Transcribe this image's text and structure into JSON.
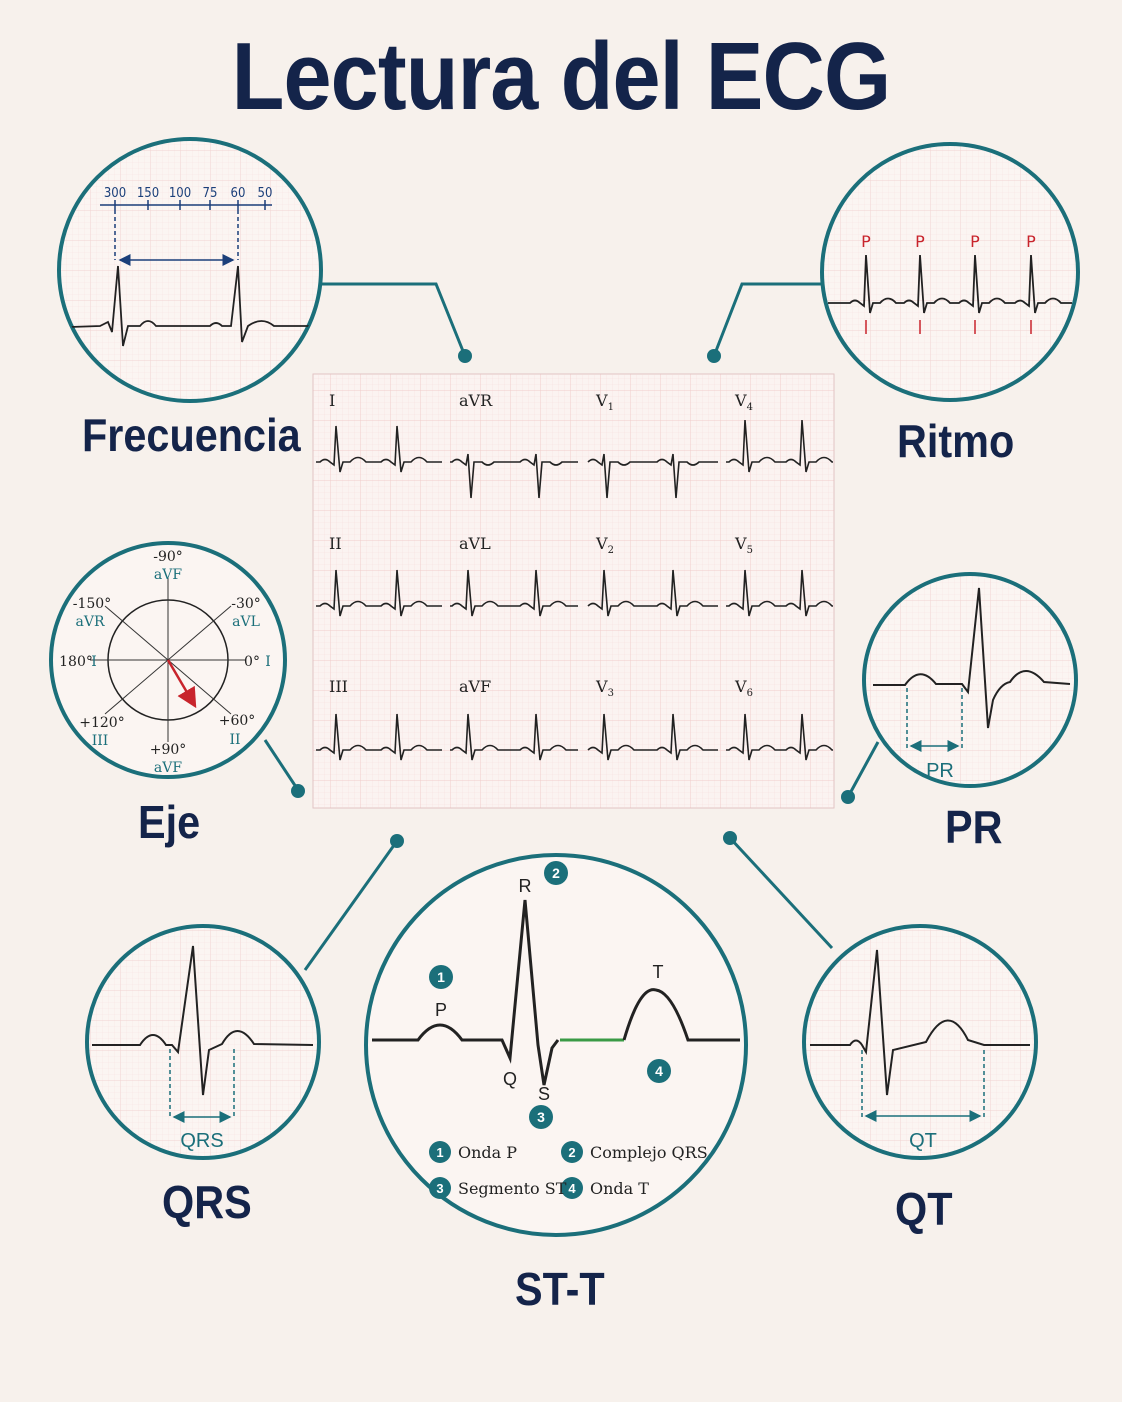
{
  "title": "Lectura del ECG",
  "sections": {
    "frecuencia": "Frecuencia",
    "ritmo": "Ritmo",
    "eje": "Eje",
    "pr": "PR",
    "qrs": "QRS",
    "stt": "ST-T",
    "qt": "QT"
  },
  "frecuencia_scale": [
    "300",
    "150",
    "100",
    "75",
    "60",
    "50"
  ],
  "ritmo_p_label": "P",
  "eje": {
    "top_deg": "-90°",
    "top_lead": "aVF",
    "ul_deg": "-150°",
    "ul_lead": "aVR",
    "ur_deg": "-30°",
    "ur_lead": "aVL",
    "left_deg": "180°",
    "left_lead": "I",
    "right_deg": "0°",
    "right_lead": "I",
    "ll_deg": "+120°",
    "ll_lead": "III",
    "lr_deg": "+60°",
    "lr_lead": "II",
    "bottom_deg": "+90°",
    "bottom_lead": "aVF"
  },
  "ecg_leads": {
    "row1": [
      "I",
      "aVR",
      "V",
      "V"
    ],
    "row1_sub": [
      "",
      "",
      "1",
      "4"
    ],
    "row2": [
      "II",
      "aVL",
      "V",
      "V"
    ],
    "row2_sub": [
      "",
      "",
      "2",
      "5"
    ],
    "row3": [
      "III",
      "aVF",
      "V",
      "V"
    ],
    "row3_sub": [
      "",
      "",
      "3",
      "6"
    ]
  },
  "pr_interval_label": "PR",
  "qrs_interval_label": "QRS",
  "qt_interval_label": "QT",
  "stt": {
    "wave_labels": {
      "p": "P",
      "q": "Q",
      "r": "R",
      "s": "S",
      "t": "T"
    },
    "markers": [
      "1",
      "2",
      "3",
      "4"
    ],
    "legend": [
      {
        "num": "1",
        "text": "Onda P"
      },
      {
        "num": "2",
        "text": "Complejo QRS"
      },
      {
        "num": "3",
        "text": "Segmento ST"
      },
      {
        "num": "4",
        "text": "Onda T"
      }
    ]
  },
  "colors": {
    "teal": "#1b6f7a",
    "navy": "#14244a",
    "red": "#c8242c",
    "green": "#3a9a45",
    "grid": "#f0c9c9",
    "background": "#f7f1ec"
  }
}
